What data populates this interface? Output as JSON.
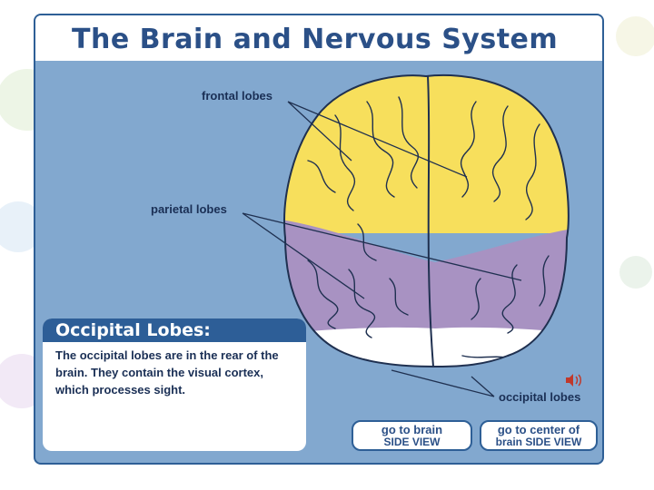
{
  "page": {
    "title": "The Brain and Nervous System"
  },
  "labels": {
    "frontal": "frontal lobes",
    "parietal": "parietal lobes",
    "occipital": "occipital lobes"
  },
  "info_panel": {
    "title": "Occipital Lobes:",
    "text": "The occipital lobes are in the rear of the brain. They contain the visual cortex, which processes sight."
  },
  "buttons": [
    {
      "line1": "go to brain",
      "line2": "SIDE VIEW"
    },
    {
      "line1": "go to center of",
      "line2": "brain SIDE VIEW"
    }
  ],
  "icons": {
    "audio": "speaker-icon"
  },
  "colors": {
    "frontal_lobe": "#f7df5c",
    "parietal_lobe": "#a892c2",
    "occipital_lobe": "#ffffff",
    "frame_background": "#82a8cf",
    "accent": "#2d5e97"
  }
}
